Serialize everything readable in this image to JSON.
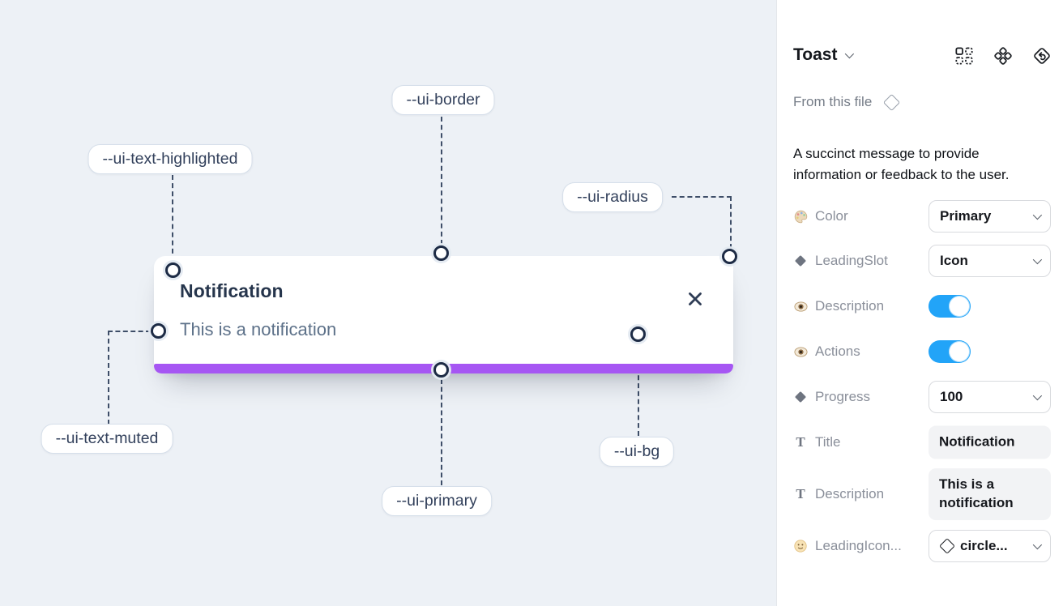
{
  "canvas": {
    "toast": {
      "title": "Notification",
      "description": "This is a notification"
    },
    "labels": [
      {
        "text": "--ui-text-highlighted"
      },
      {
        "text": "--ui-border"
      },
      {
        "text": "--ui-radius"
      },
      {
        "text": "--ui-text-muted"
      },
      {
        "text": "--ui-primary"
      },
      {
        "text": "--ui-bg"
      }
    ],
    "colors": {
      "primary_bar": "#a656f3",
      "canvas_bg": "#edf1f6",
      "annotation_line": "#3e4e68"
    }
  },
  "panel": {
    "title": "Toast",
    "source": "From this file",
    "description": "A succinct message to provide information or feedback to the user.",
    "colors": {
      "toggle_on": "#22a4f8"
    },
    "rows": [
      {
        "icon": "palette-icon",
        "label": "Color",
        "control": "select",
        "value": "Primary"
      },
      {
        "icon": "diamond-icon",
        "label": "LeadingSlot",
        "control": "select",
        "value": "Icon"
      },
      {
        "icon": "eye-icon",
        "label": "Description",
        "control": "toggle",
        "value": "on"
      },
      {
        "icon": "eye-icon",
        "label": "Actions",
        "control": "toggle",
        "value": "on"
      },
      {
        "icon": "diamond-icon",
        "label": "Progress",
        "control": "select",
        "value": "100"
      },
      {
        "icon": "text-icon",
        "label": "Title",
        "control": "text",
        "value": "Notification"
      },
      {
        "icon": "text-icon",
        "label": "Description",
        "control": "text",
        "value": "This is a notification"
      },
      {
        "icon": "smiley-icon",
        "label": "LeadingIcon...",
        "control": "select-icon",
        "value": "circle..."
      }
    ]
  }
}
